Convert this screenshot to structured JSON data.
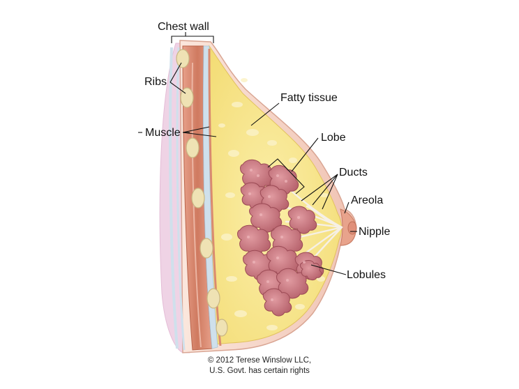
{
  "labels": {
    "chest_wall": "Chest wall",
    "ribs": "Ribs",
    "muscle": "Muscle",
    "fatty_tissue": "Fatty tissue",
    "lobe": "Lobe",
    "ducts": "Ducts",
    "areola": "Areola",
    "nipple": "Nipple",
    "lobules": "Lobules"
  },
  "credit": {
    "line1": "© 2012 Terese Winslow LLC,",
    "line2": "U.S. Govt. has certain rights"
  },
  "colors": {
    "skin_fold": "#e8c4dc",
    "fat": "#f6e48a",
    "fat_spot": "#fbf3c4",
    "muscle": "#d98568",
    "lobule": "#c9767e",
    "lobule_dark": "#a8525d",
    "skin": "#f4d2c4",
    "nipple": "#e3947a",
    "fascia": "#c9dcea"
  }
}
